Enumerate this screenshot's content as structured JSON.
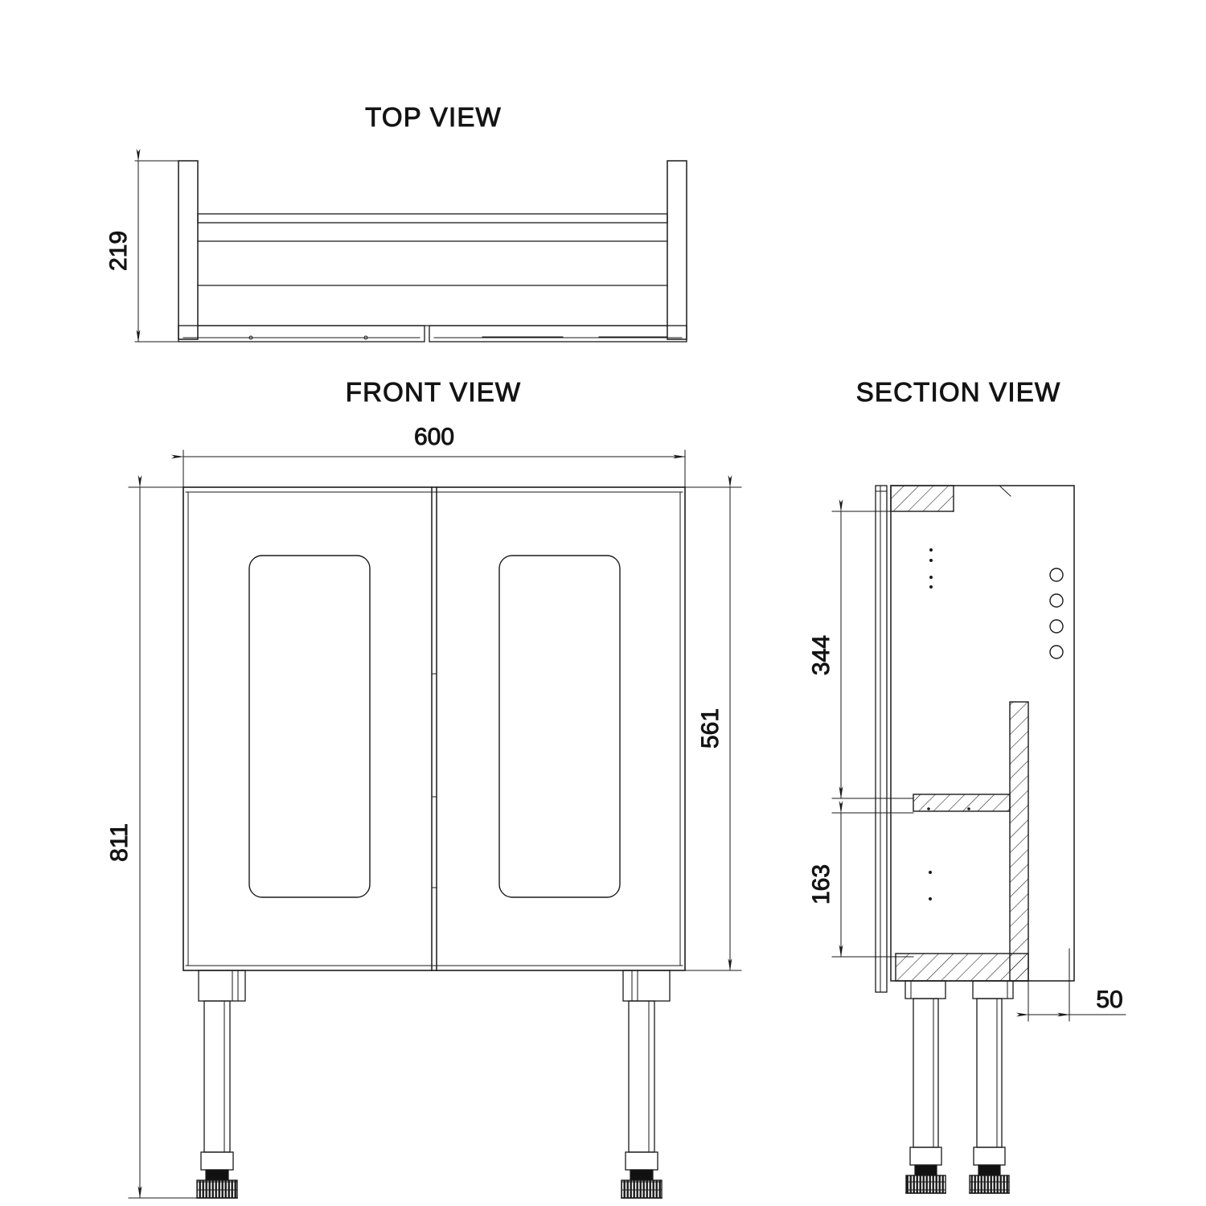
{
  "drawing": {
    "type": "technical-drawing",
    "subject": "2-door base cabinet with adjustable legs",
    "units": "mm",
    "line_color": "#1a1a1a",
    "background": "#ffffff"
  },
  "views": [
    {
      "id": "top",
      "title": "TOP VIEW"
    },
    {
      "id": "front",
      "title": "FRONT VIEW"
    },
    {
      "id": "section",
      "title": "SECTION VIEW"
    }
  ],
  "dimensions": {
    "top_depth": {
      "value": "219",
      "view": "top",
      "orientation": "vertical"
    },
    "front_width": {
      "value": "600",
      "view": "front",
      "orientation": "horizontal"
    },
    "front_total_height": {
      "value": "811",
      "view": "front",
      "orientation": "vertical"
    },
    "front_body_height": {
      "value": "561",
      "view": "front",
      "orientation": "vertical"
    },
    "section_upper": {
      "value": "344",
      "view": "section",
      "orientation": "vertical"
    },
    "section_lower": {
      "value": "163",
      "view": "section",
      "orientation": "vertical"
    },
    "section_setback": {
      "value": "50",
      "view": "section",
      "orientation": "horizontal"
    }
  }
}
